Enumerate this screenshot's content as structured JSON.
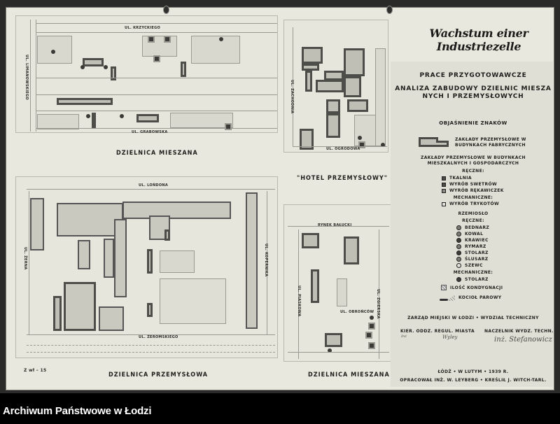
{
  "document": {
    "title_de": "Wachstum einer Industriezelle",
    "heading_1": "PRACE PRZYGOTOWAWCZE",
    "heading_2_line1": "ANALIZA ZABUDOWY DZIELNIC MIESZA",
    "heading_2_line2": "NYCH I PRZEMYSŁOWYCH",
    "legend_title": "OBJAŚNIENIE ZNAKÓW",
    "catalog_mark": "Z wł – 15"
  },
  "maps": [
    {
      "id": "mixed-district-north",
      "title": "DZIELNICA MIESZANA",
      "streets": [
        "UL. KRZYCKIEGO",
        "UL. GRABOWSKA",
        "UL. LIMANOWSKIEGO"
      ]
    },
    {
      "id": "industrial-hotel",
      "title": "\"HOTEL PRZEMYSŁOWY\"",
      "streets": [
        "UL. OGRODOWA",
        "UL. ZACHODNIA"
      ]
    },
    {
      "id": "industrial-district",
      "title": "DZIELNICA PRZEMYSŁOWA",
      "streets": [
        "UL. LOŃDONA",
        "UL. ŻERNA",
        "UL. ŻEROMSKIEGO",
        "UL. KOPERNIKA"
      ]
    },
    {
      "id": "mixed-district-south",
      "title": "DZIELNICA MIESZANA",
      "streets": [
        "RYNEK BAŁUCKI",
        "UL. PIASKOWA",
        "UL. OBROŃCÓW",
        "UL. ZGIERSKA"
      ]
    }
  ],
  "legend": {
    "factory_buildings": {
      "line1": "ZAKŁADY PRZEMYSŁOWE W",
      "line2": "BUDYNKACH FABRYCZNYCH"
    },
    "residential_industry": {
      "line1": "ZAKŁADY PRZEMYSŁOWE W BUDYNKACH",
      "line2": "MIESZKALNYCH I GOSPODARCZYCH"
    },
    "manual_1_label": "RĘCZNE:",
    "manual_1_items": [
      "TKALNIA",
      "WYRÓB SWETRÓW",
      "WYRÓB RĘKAWICZEK"
    ],
    "mechanical_1_label": "MECHANICZNE:",
    "mechanical_1_items": [
      "WYRÓB TRYKOTÓW"
    ],
    "craft_label": "RZEMIOSŁO",
    "manual_2_label": "RĘCZNE:",
    "manual_2_items": [
      "BEDNARZ",
      "KOWAL",
      "KRAWIEC",
      "RYMARZ",
      "STOLARZ",
      "ŚLUSARZ",
      "SZEWC"
    ],
    "mechanical_2_label": "MECHANICZNE:",
    "mechanical_2_items": [
      "STOLARZ"
    ],
    "floors_label": "ILOŚĆ KONDYGNACJI",
    "boiler_label": "KOCIOŁ PAROWY"
  },
  "signatures": {
    "authority": "ZARZĄD MIEJSKI W ŁODZI • WYDZIAŁ TECHNICZNY",
    "left_role": "KIER. ODDZ. REGUL. MIASTA",
    "left_sign": "Wyley",
    "left_prefix": "Inż",
    "right_role": "NACZELNIK WYDZ. TECHN.",
    "right_sign": "inż. Stefanowicz",
    "date": "ŁÓDŹ • W LUTYM • 1939 R.",
    "prepared_by": "OPRACOWAŁ INŻ. W. LEYBERG • KREŚLIŁ J. WITCH-TARL."
  },
  "footer": {
    "archive_name": "Archiwum Państwowe w Łodzi"
  },
  "colors": {
    "paper": "#e9e8de",
    "frame": "#2a2a28",
    "ink": "#1e1e1c",
    "footer_bg": "#000000",
    "footer_text": "#ffffff"
  }
}
